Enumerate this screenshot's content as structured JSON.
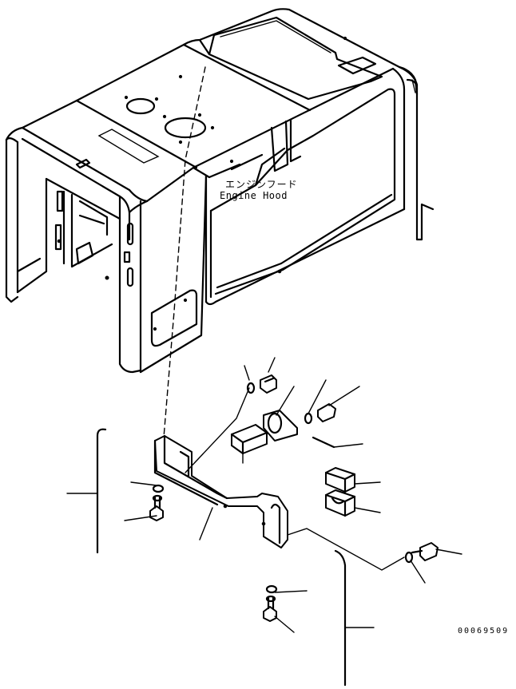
{
  "labels": {
    "hood_jp": "エンジンフード",
    "hood_en": "Engine Hood",
    "drawing_code": "00069509"
  },
  "colors": {
    "line": "#000000",
    "background": "#ffffff"
  }
}
